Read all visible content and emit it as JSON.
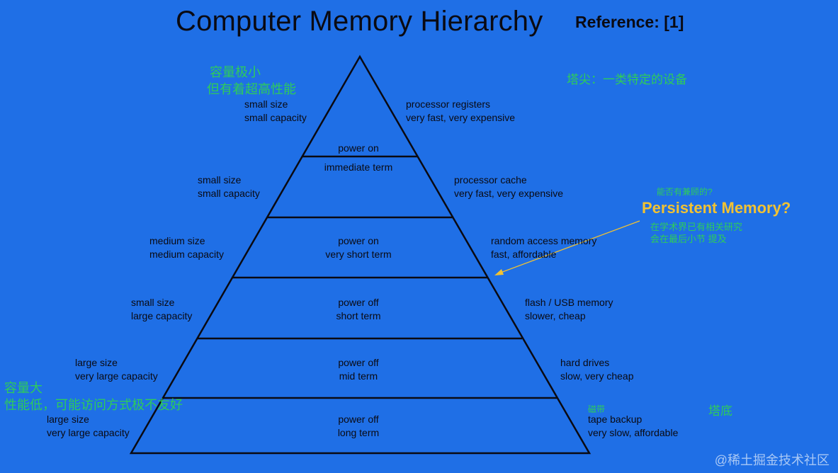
{
  "title": "Computer Memory Hierarchy",
  "reference": "Reference: [1]",
  "colors": {
    "background": "#1f6fe6",
    "line": "#0a0a12",
    "annotation_green": "#2ecc5a",
    "annotation_yellow": "#f1c232"
  },
  "levels": [
    {
      "left": [
        "small size",
        "small capacity"
      ],
      "center": [
        "power on",
        "immediate term"
      ],
      "right": [
        "processor registers",
        "very fast, very expensive"
      ]
    },
    {
      "left": [
        "small size",
        "small capacity"
      ],
      "center": [],
      "right": [
        "processor cache",
        "very fast, very expensive"
      ]
    },
    {
      "left": [
        "medium size",
        "medium capacity"
      ],
      "center": [
        "power on",
        "very short term"
      ],
      "right": [
        "random access memory",
        "fast, affordable"
      ]
    },
    {
      "left": [
        "small size",
        "large capacity"
      ],
      "center": [
        "power off",
        "short term"
      ],
      "right": [
        "flash / USB memory",
        "slower, cheap"
      ]
    },
    {
      "left": [
        "large size",
        "very large capacity"
      ],
      "center": [
        "power off",
        "mid term"
      ],
      "right": [
        "hard drives",
        "slow, very cheap"
      ]
    },
    {
      "left": [
        "large size",
        "very large capacity"
      ],
      "center": [
        "power off",
        "long term"
      ],
      "right": [
        "tape backup",
        "very slow, affordable"
      ]
    }
  ],
  "annotations": {
    "top_left": [
      "容量极小",
      "但有着超高性能"
    ],
    "top_right": "塔尖：一类特定的设备",
    "bottom_left": [
      "容量大",
      "性能低，可能访问方式极不友好"
    ],
    "bottom_right": "塔底",
    "tape_note": "磁带",
    "persistent_question": "能否有兼顾的?",
    "persistent_title": "Persistent Memory?",
    "persistent_note": [
      "在学术界已有相关研究",
      "会在最后小节 提及"
    ]
  },
  "watermark": "@稀土掘金技术社区"
}
